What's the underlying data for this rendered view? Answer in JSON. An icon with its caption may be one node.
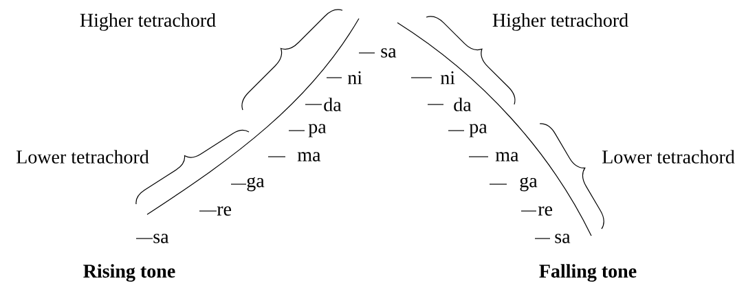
{
  "diagram": {
    "labels": [
      "Higher tetrachord",
      "Higher tetrachord",
      "sa",
      "ni",
      "ni",
      "da",
      "da",
      "pa",
      "pa",
      "Lower tetrachord",
      "ma",
      "ma",
      "Lower tetrachord",
      "ga",
      "ga",
      "re",
      "re",
      "sa",
      "sa",
      "Rising tone",
      "Falling tone"
    ]
  }
}
